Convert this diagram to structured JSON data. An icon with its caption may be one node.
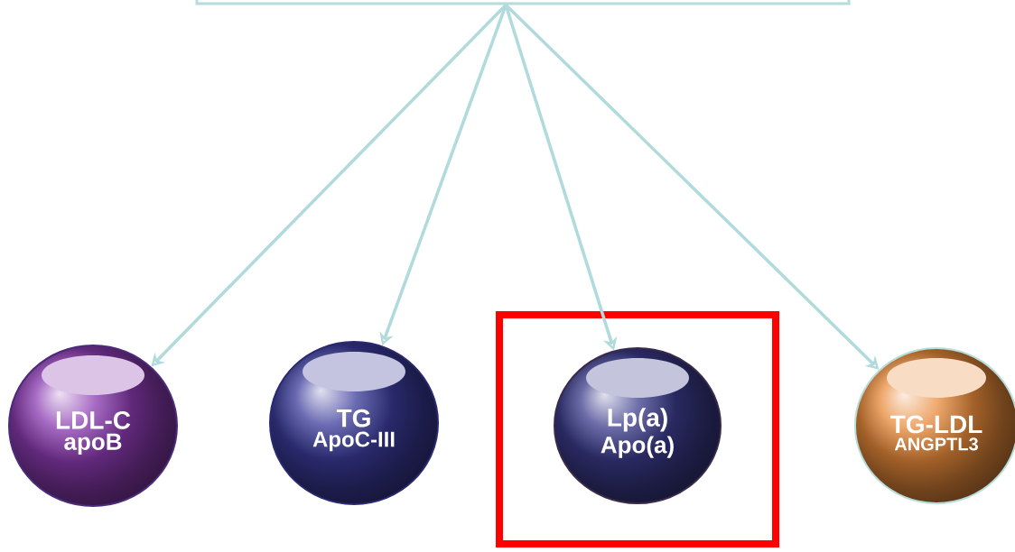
{
  "diagram": {
    "nodes": [
      {
        "text": [],
        "shape": "box"
      },
      {
        "text": [
          "LDL-C",
          "apoB"
        ]
      },
      {
        "text": [
          "TG",
          "ApoC-III"
        ]
      },
      {
        "text": [],
        "shape": "box"
      },
      {
        "text": [
          "Lp(a)",
          "Apo(a)"
        ],
        "in": 3
      },
      {
        "text": [
          "TG-LDL",
          "ANGPTL3"
        ]
      }
    ],
    "edges": [
      {
        "from": 0,
        "to": 1,
        "arrow": "to"
      },
      {
        "from": 0,
        "to": 2,
        "arrow": "to"
      },
      {
        "from": 0,
        "to": 4,
        "arrow": "to"
      },
      {
        "from": 0,
        "to": 5,
        "arrow": "to"
      }
    ]
  }
}
